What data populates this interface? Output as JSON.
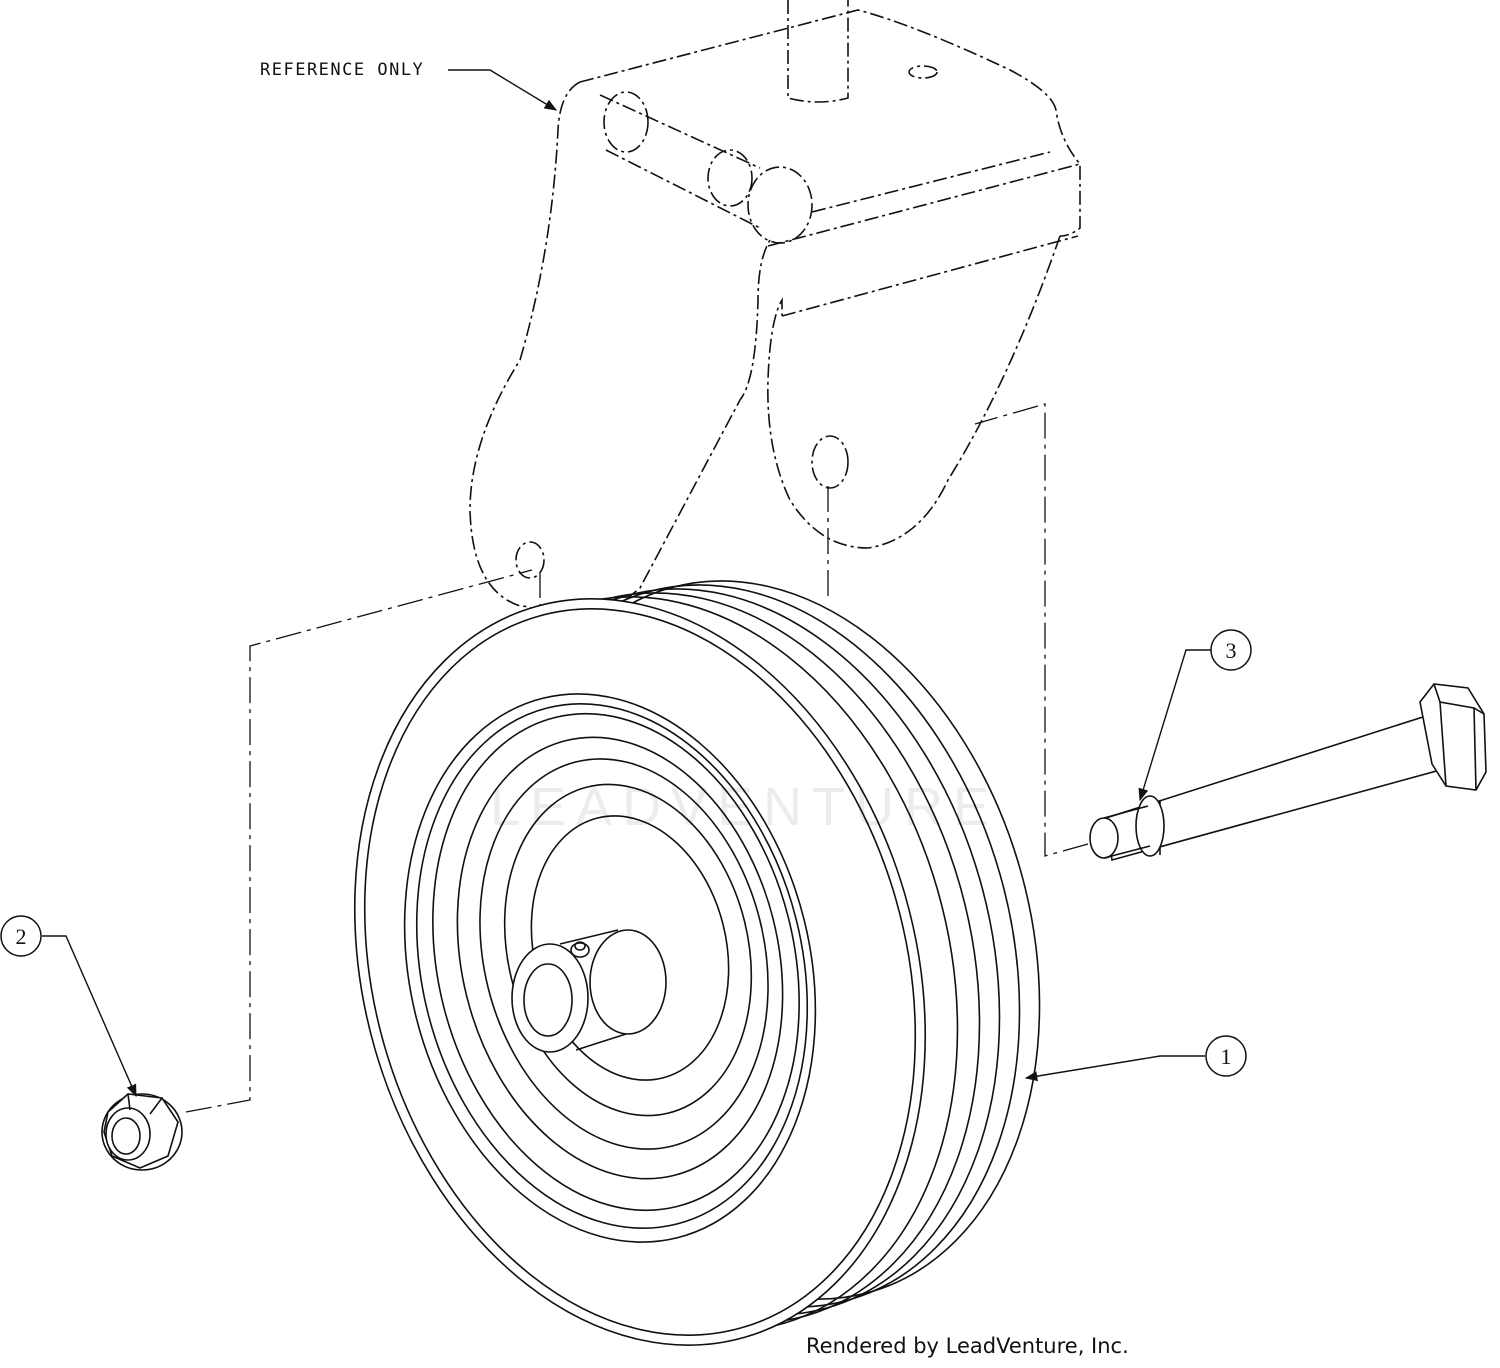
{
  "reference_label": "REFERENCE ONLY",
  "callouts": [
    {
      "number": "1",
      "part": "wheel-assembly"
    },
    {
      "number": "2",
      "part": "hex-flange-lock-nut"
    },
    {
      "number": "3",
      "part": "shoulder-bolt"
    }
  ],
  "watermark": "LEADVENTURE",
  "footer_credit": "Rendered by LeadVenture, Inc."
}
